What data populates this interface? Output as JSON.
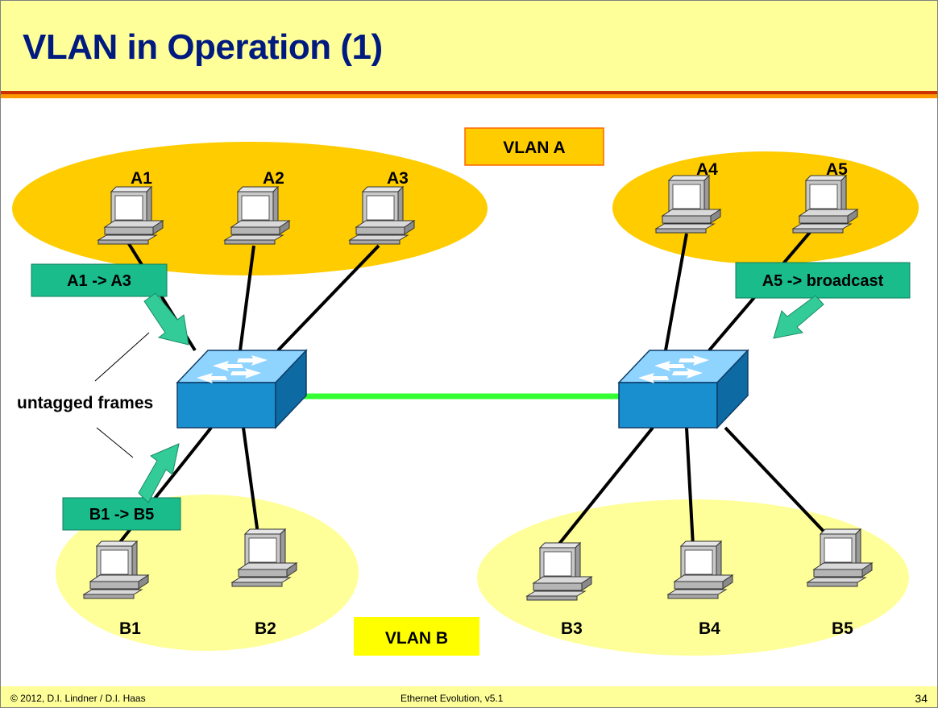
{
  "title": "VLAN in Operation (1)",
  "vlan_a_label": "VLAN A",
  "vlan_b_label": "VLAN B",
  "hosts": {
    "a1": "A1",
    "a2": "A2",
    "a3": "A3",
    "a4": "A4",
    "a5": "A5",
    "b1": "B1",
    "b2": "B2",
    "b3": "B3",
    "b4": "B4",
    "b5": "B5"
  },
  "callouts": {
    "a1_a3": "A1 -> A3",
    "b1_b5": "B1 -> B5",
    "a5_broadcast": "A5 -> broadcast"
  },
  "untagged_label": "untagged frames",
  "footer": {
    "copyright": "© 2012, D.I. Lindner / D.I. Haas",
    "course": "Ethernet Evolution, v5.1",
    "page": "34"
  },
  "colors": {
    "header_bg": "#ffff99",
    "title": "#001a80",
    "vlan_a_fill": "#ffcc00",
    "vlan_b_fill": "#ffff99",
    "trunk_link": "#33ff33",
    "callout_fill": "#1abc8c",
    "arrow": "#33cc99",
    "switch": "#1a8fd0"
  }
}
